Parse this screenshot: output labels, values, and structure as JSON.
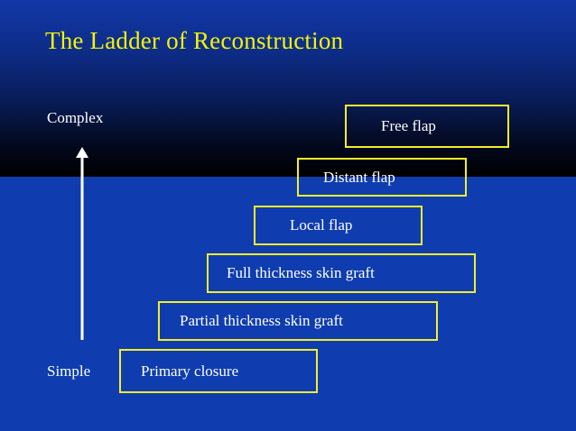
{
  "slide": {
    "title": "The Ladder of Reconstruction",
    "axis": {
      "top_label": "Complex",
      "bottom_label": "Simple"
    },
    "rungs": [
      {
        "label": "Primary closure"
      },
      {
        "label": "Partial thickness skin graft"
      },
      {
        "label": "Full thickness skin graft"
      },
      {
        "label": "Local flap"
      },
      {
        "label": "Distant flap"
      },
      {
        "label": "Free flap"
      }
    ]
  },
  "colors": {
    "background": "#0f3db0",
    "title": "#f4f20a",
    "box_border": "#f5ee2a",
    "text": "#ffffff"
  },
  "icons": {
    "axis_arrow": "up-arrow-icon"
  }
}
